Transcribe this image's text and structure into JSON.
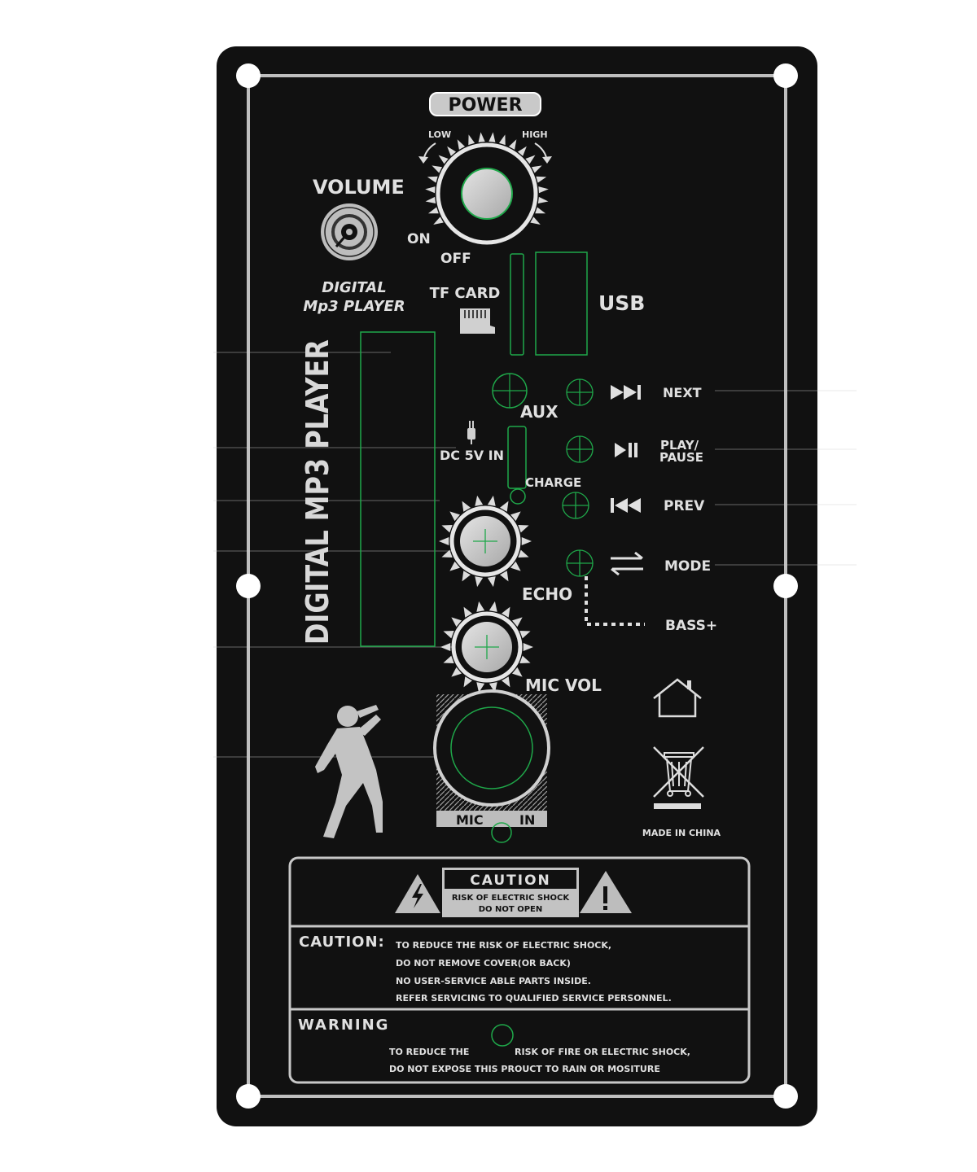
{
  "panel": {
    "power": "POWER",
    "volume": "VOLUME",
    "low": "LOW",
    "high": "HIGH",
    "on": "ON",
    "off": "OFF",
    "digital": "DIGITAL",
    "mp3_player": "Mp3  PLAYER",
    "tf_card": "TF CARD",
    "usb": "USB",
    "vertical_title": "DIGITAL MP3 PLAYER",
    "aux": "AUX",
    "dc_in": "DC 5V IN",
    "charge": "CHARGE",
    "echo": "ECHO",
    "mic_vol": "MIC VOL",
    "mic": "MIC",
    "in": "IN",
    "made_in": "MADE IN CHINA"
  },
  "buttons": {
    "next": "NEXT",
    "play_line1": "PLAY/",
    "play_line2": "PAUSE",
    "prev": "PREV",
    "mode": "MODE",
    "bass": "BASS+"
  },
  "caution_box": {
    "title": "CAUTION",
    "sub1": "RISK OF ELECTRIC SHOCK",
    "sub2": "DO NOT OPEN",
    "caution_label": "CAUTION:",
    "lines": [
      "TO REDUCE THE RISK OF ELECTRIC SHOCK,",
      "DO NOT REMOVE COVER(OR BACK)",
      "NO USER-SERVICE ABLE PARTS INSIDE.",
      "REFER SERVICING TO QUALIFIED SERVICE PERSONNEL."
    ],
    "warning_label": "WARNING",
    "warning_line1a": "TO REDUCE THE",
    "warning_line1b": "RISK OF FIRE OR ELECTRIC SHOCK,",
    "warning_line2": "DO NOT EXPOSE THIS PROUCT TO RAIN OR MOSITURE"
  },
  "colors": {
    "panel": "#111111",
    "accent": "#1fa84a",
    "label": "#e0e0e0",
    "silver": "#bdbdbd"
  },
  "icons": [
    "cd-icon",
    "sd-card-icon",
    "usb-port-icon",
    "next-icon",
    "play-pause-icon",
    "prev-icon",
    "mode-arrows-icon",
    "home-icon",
    "weee-bin-icon",
    "lightning-warning-icon",
    "exclamation-warning-icon",
    "singer-icon",
    "plug-icon"
  ]
}
